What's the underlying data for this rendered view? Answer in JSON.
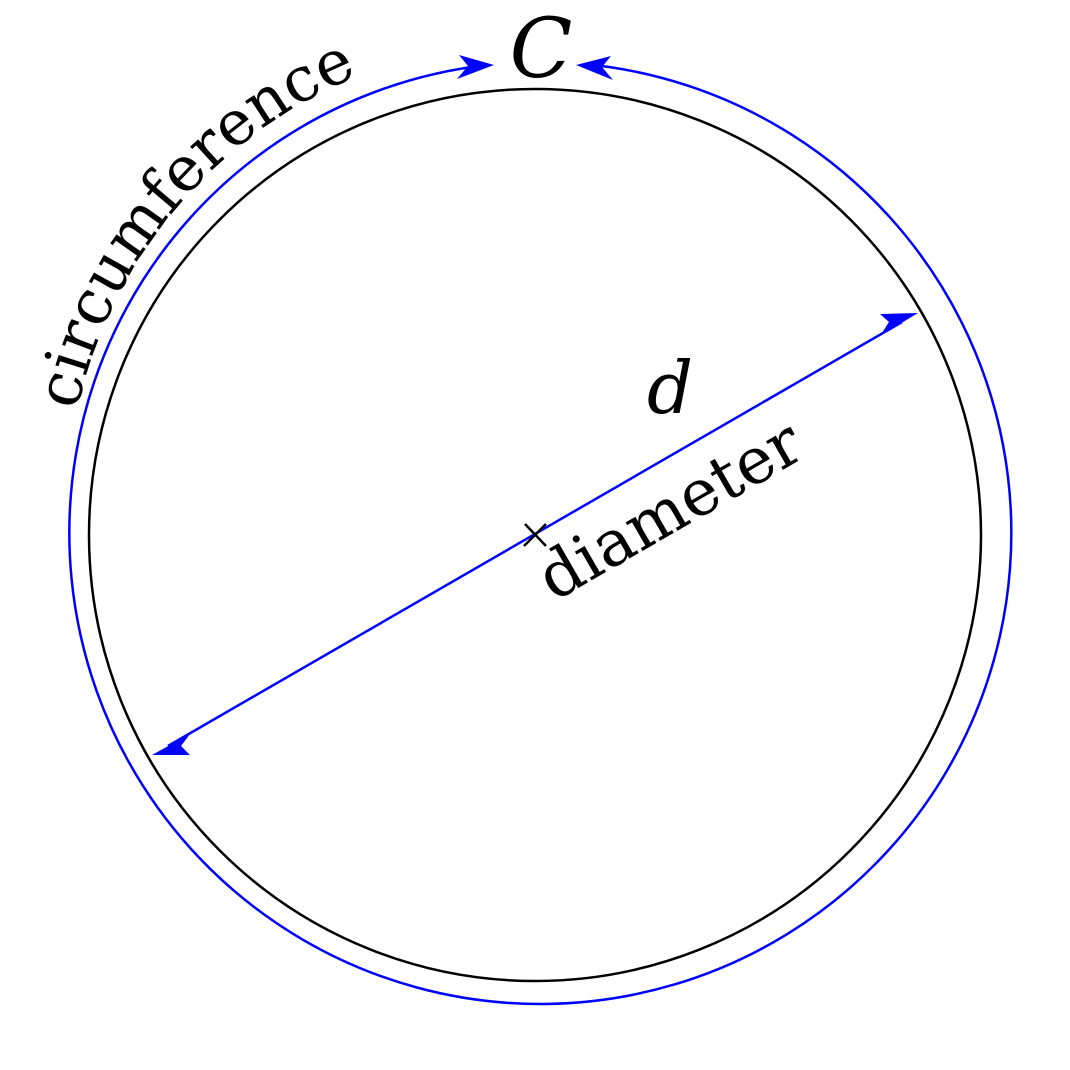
{
  "labels": {
    "circumference_symbol": "C",
    "circumference_word": "circumference",
    "diameter_symbol": "d",
    "diameter_word": "diameter"
  },
  "colors": {
    "circle_stroke": "#000000",
    "annotation": "#0000ff",
    "text": "#000000",
    "background": "#ffffff"
  }
}
